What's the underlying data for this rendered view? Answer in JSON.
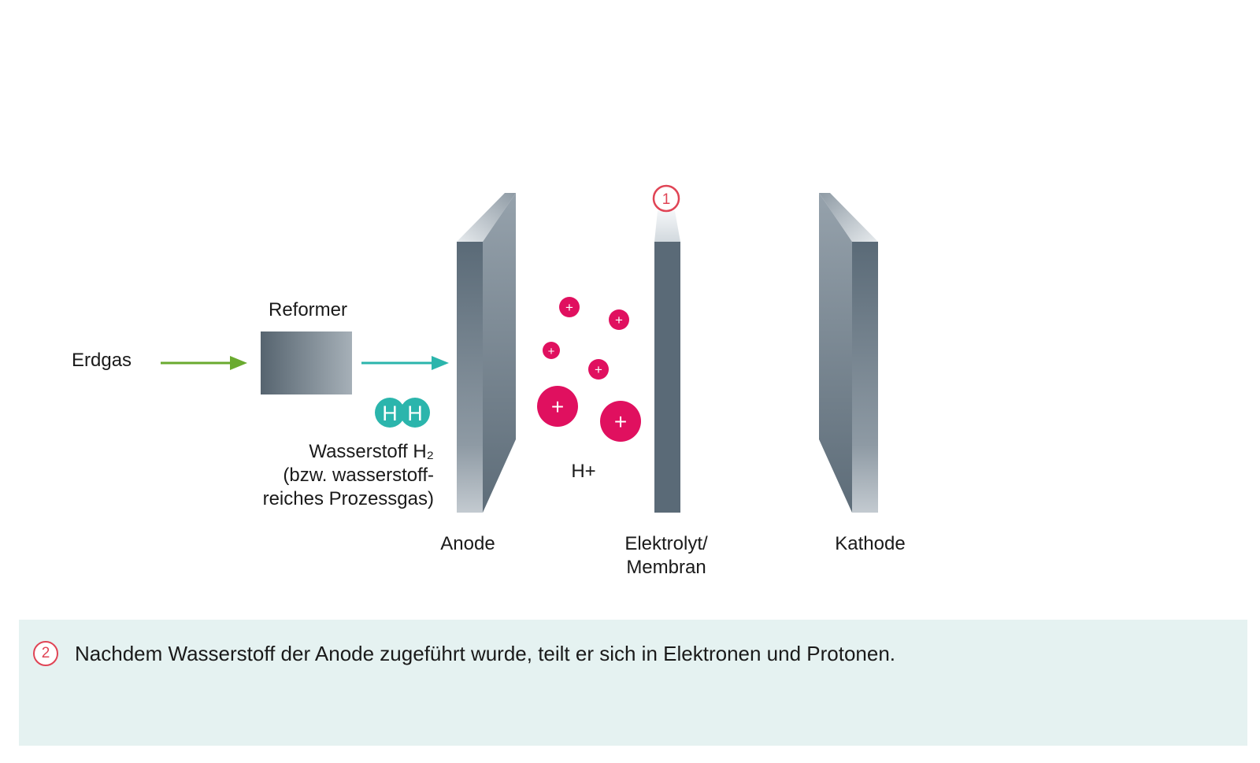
{
  "diagram": {
    "erdgas_label": "Erdgas",
    "reformer_label": "Reformer",
    "hydrogen": {
      "atom_1": "H",
      "atom_2": "H",
      "label_lines": [
        "Wasserstoff H₂",
        "(bzw. wasserstoff-",
        "reiches Prozessgas)"
      ]
    },
    "proton_symbol": "+",
    "proton_label": "H+",
    "anode_label": "Anode",
    "membrane_label_lines": [
      "Elektrolyt/",
      "Membran"
    ],
    "membrane_marker": "1",
    "cathode_label": "Kathode",
    "colors": {
      "arrow_green": "#6aaa2f",
      "arrow_teal": "#2bb5ac",
      "hydrogen_teal": "#2bb5ac",
      "proton_magenta": "#e0105f",
      "marker_red": "#e04455",
      "plate_dark": "#5a6a77",
      "plate_light": "#b9c1c8"
    }
  },
  "info": {
    "step_number": "2",
    "text": "Nachdem Wasserstoff der Anode zugeführt wurde, teilt er sich in Elektronen und Protonen.",
    "background": "#e5f2f1"
  }
}
